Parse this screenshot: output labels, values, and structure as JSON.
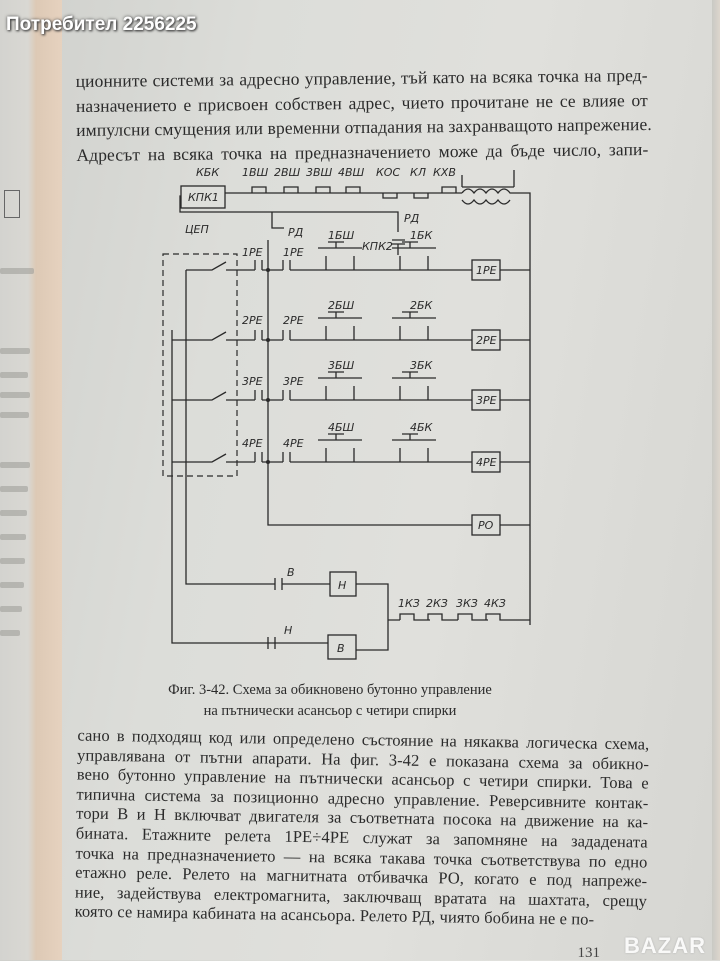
{
  "watermark": {
    "user": "Потребител 2256225",
    "site": "BAZAR"
  },
  "top_paragraph": [
    "ционните системи за адресно управление, тъй като на всяка точка на пред-",
    "назначението е присвоен собствен адрес, чието прочитане не се влияе от",
    "импулсни смущения или временни отпадания на захранващото напрежение.",
    "Адресът на всяка точка на предназначението може да бъде число, запи-"
  ],
  "figure": {
    "top_labels": [
      "КБК",
      "1ВШ",
      "2ВШ",
      "3ВШ",
      "4ВШ",
      "КОС",
      "КЛ",
      "КХВ"
    ],
    "kpk1": "КПК1",
    "cep": "ЦЕП",
    "rd": "РД",
    "kpk2": "КПК2",
    "rows": [
      {
        "relay": "1РЕ",
        "call": "1БШ",
        "cabin": "1БК"
      },
      {
        "relay": "2РЕ",
        "call": "2БШ",
        "cabin": "2БК"
      },
      {
        "relay": "3РЕ",
        "call": "3БШ",
        "cabin": "3БК"
      },
      {
        "relay": "4РЕ",
        "call": "4БШ",
        "cabin": "4БК"
      }
    ],
    "po": "РО",
    "down": "Н",
    "up": "В",
    "floor_contacts": [
      "1КЗ",
      "2КЗ",
      "3КЗ",
      "4КЗ"
    ],
    "caption": [
      "Фиг. 3-42. Схема за обикновено бутонно управление",
      "на пътнически асансьор с четири спирки"
    ]
  },
  "bottom_paragraph": [
    "сано в подходящ код или определено състояние на някаква логическа схема,",
    "управлявана от пътни апарати. На фиг. 3-42 е показана схема за обикно-",
    "вено бутонно управление на пътнически асансьор с четири спирки. Това е",
    "типична система за позиционно адресно управление. Реверсивните контак-",
    "тори В и Н включват двигателя за съответната посока на движение на ка-",
    "бината. Етажните релета 1РЕ÷4РЕ служат за запомняне на зададената",
    "точка на предназначението — на всяка такава точка съответствува по едно",
    "етажно реле. Релето на магнитната отбивачка РО, когато е под напреже-",
    "ние, задействува електромагнита, заключващ вратата на шахтата, срещу",
    "която се намира кабината на асансьора. Релето РД, чиято бобина не е по-"
  ],
  "page_number": "131"
}
